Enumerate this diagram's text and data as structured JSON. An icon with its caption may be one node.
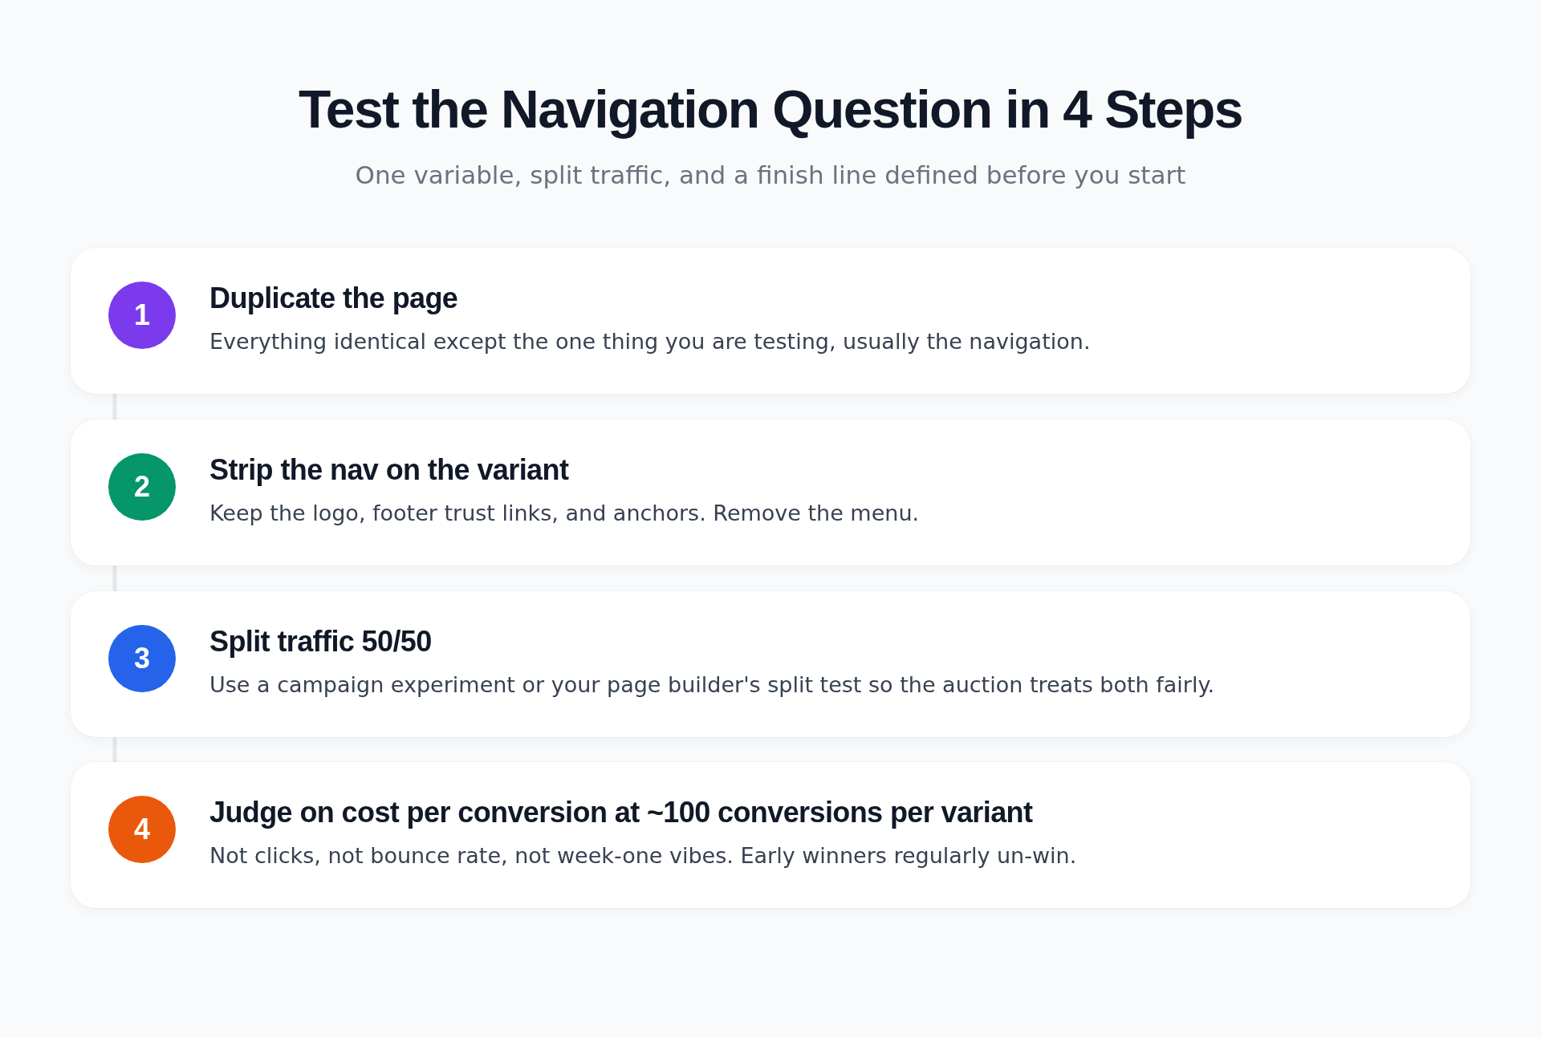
{
  "diagram": {
    "title": "Test the Navigation Question in 4 Steps",
    "nodes": [
      {
        "text": [
          "Duplicate the page",
          "Everything identical except the one thing you are testing, usually the navigation."
        ]
      },
      {
        "text": [
          "1"
        ],
        "in": 0
      },
      {
        "text": [
          "Strip the nav on the variant",
          "Keep the logo, footer trust links, and anchors. Remove the menu."
        ]
      },
      {
        "text": [
          "2"
        ],
        "in": 2
      },
      {
        "text": [
          "Split traffic 50/50",
          "Use a campaign experiment or your page builder's split test so the auction treats both fairly."
        ]
      },
      {
        "text": [
          "3"
        ],
        "in": 4
      },
      {
        "text": [
          "Judge on cost per conversion at ~100 conversions per variant",
          "Not clicks, not bounce rate, not week-one vibes. Early winners regularly un-win."
        ]
      },
      {
        "text": [
          "4"
        ],
        "in": 6
      }
    ],
    "edges": [
      {
        "from": 0,
        "to": 2,
        "arrow": "none"
      },
      {
        "from": 2,
        "to": 4,
        "arrow": "none"
      },
      {
        "from": 4,
        "to": 6,
        "arrow": "none"
      }
    ],
    "labels": [
      "One variable, split traffic, and a finish line defined before you start"
    ]
  }
}
